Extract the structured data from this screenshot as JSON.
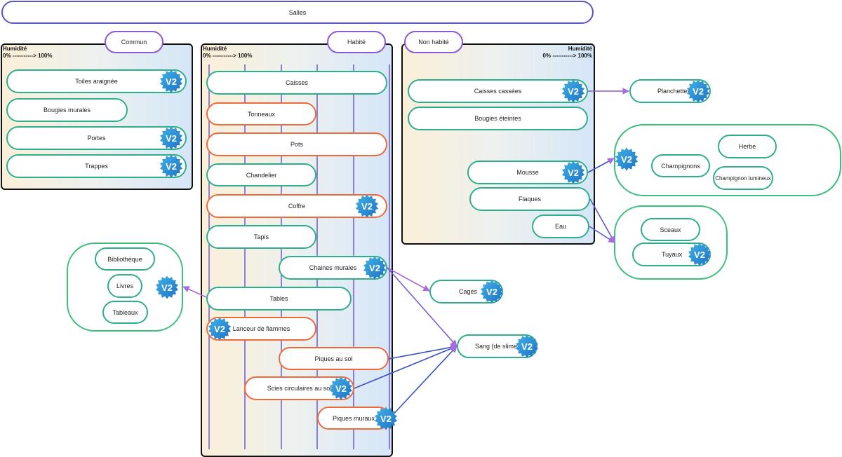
{
  "title": "Salles",
  "badge_text": "V2",
  "humidity": {
    "title": "Humidité",
    "scale": "0% -----------> 100%"
  },
  "tabs": {
    "commun": "Commun",
    "habite": "Habité",
    "non_habite": "Non habité"
  },
  "commun": {
    "items": [
      "Toiles araignée",
      "Bougies murales",
      "Portes",
      "Trappes"
    ]
  },
  "habite": {
    "items": [
      "Caisses",
      "Tonneaux",
      "Pots",
      "Chandelier",
      "Coffre",
      "Tapis",
      "Chaines murales",
      "Tables",
      "Lanceur de flammes",
      "Piques au sol",
      "Scies circulaires au sol",
      "Piques muraux"
    ]
  },
  "non_habite": {
    "items": [
      "Caisses cassées",
      "Bougies éteintes",
      "Mousse",
      "Flaques",
      "Eau"
    ]
  },
  "external": {
    "planchettes": "Planchettes",
    "champignons": "Champignons",
    "herbe": "Herbe",
    "champignon_lumineux": "Champignon lumineux",
    "sceaux": "Sceaux",
    "tuyaux": "Tuyaux",
    "bibliotheque": "Bibliothèque",
    "livres": "Livres",
    "tableaux": "Tableaux",
    "cages": "Cages",
    "sang": "Sang (de slime)"
  },
  "colors": {
    "green_border": "#2fae8c",
    "orange_border": "#ef6a3a",
    "purple_border": "#8a5ad6",
    "badge_blue": "#1f6fc4",
    "arrow_purple": "#a86be0",
    "arrow_blue": "#3a4fc0"
  }
}
